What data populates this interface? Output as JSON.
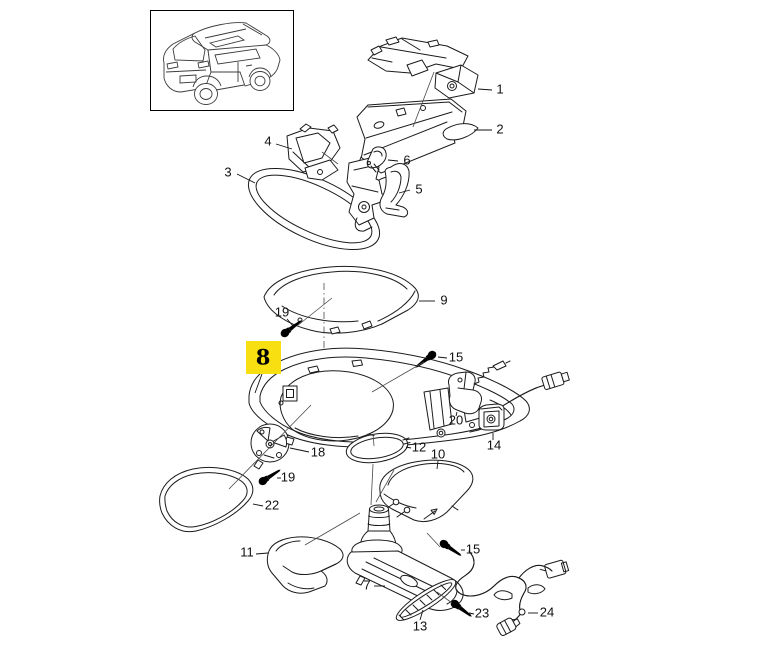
{
  "diagram": {
    "background": "#ffffff",
    "stroke_color": "#1b1b1b",
    "vehicle_thumbnail_icon": "suv-rear-three-quarter-line-drawing",
    "highlight": {
      "color": "#f8df12"
    },
    "callouts": {
      "c1": {
        "label": "1"
      },
      "c2": {
        "label": "2"
      },
      "c3": {
        "label": "3"
      },
      "c4": {
        "label": "4"
      },
      "c5": {
        "label": "5"
      },
      "c6": {
        "label": "6"
      },
      "c7": {
        "label": "7"
      },
      "c8": {
        "label": "8",
        "highlighted": true
      },
      "c9": {
        "label": "9"
      },
      "c10": {
        "label": "10"
      },
      "c11": {
        "label": "11"
      },
      "c12": {
        "label": "12"
      },
      "c13": {
        "label": "13"
      },
      "c14": {
        "label": "14"
      },
      "c15a": {
        "label": "15"
      },
      "c15b": {
        "label": "15"
      },
      "c18": {
        "label": "18"
      },
      "c19a": {
        "label": "19"
      },
      "c19b": {
        "label": "19"
      },
      "c20": {
        "label": "20"
      },
      "c22": {
        "label": "22"
      },
      "c23": {
        "label": "23"
      },
      "c24": {
        "label": "24"
      }
    }
  }
}
